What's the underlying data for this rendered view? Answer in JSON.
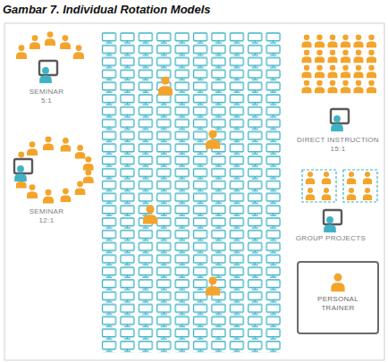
{
  "diagram": {
    "title": "Gambar 7. Individual Rotation Models",
    "nodes": [
      {
        "text": [
          "PERSONAL TRAINER"
        ]
      }
    ],
    "labels": [
      "SEMINAR 5:1",
      "SEMINAR 12:1",
      "DIRECT INSTRUCTION 15:1",
      "GROUP PROJECTS"
    ]
  }
}
